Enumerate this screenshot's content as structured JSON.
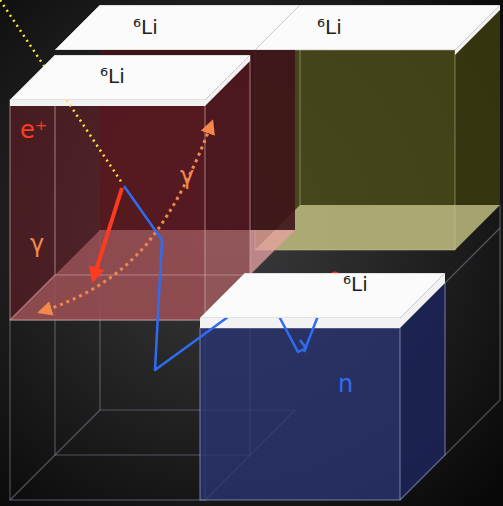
{
  "diagram": {
    "nodes": [
      {
        "text": [
          "⁶Li"
        ]
      },
      {
        "text": [
          "⁶Li"
        ]
      },
      {
        "text": [
          "⁶Li"
        ]
      },
      {
        "text": [
          "⁶Li"
        ]
      }
    ],
    "labels": [
      "e⁺",
      "γ",
      "γ",
      "n"
    ]
  }
}
